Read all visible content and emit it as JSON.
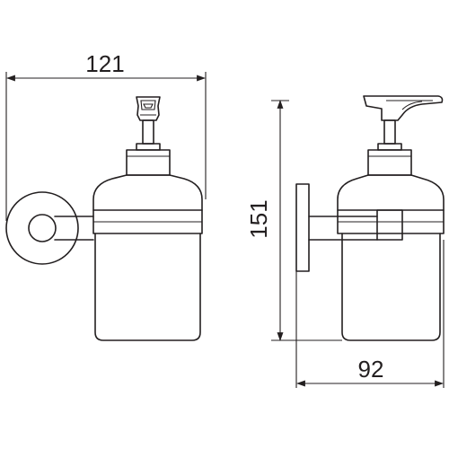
{
  "dimensions": {
    "width": "121",
    "height": "151",
    "depth": "92"
  }
}
